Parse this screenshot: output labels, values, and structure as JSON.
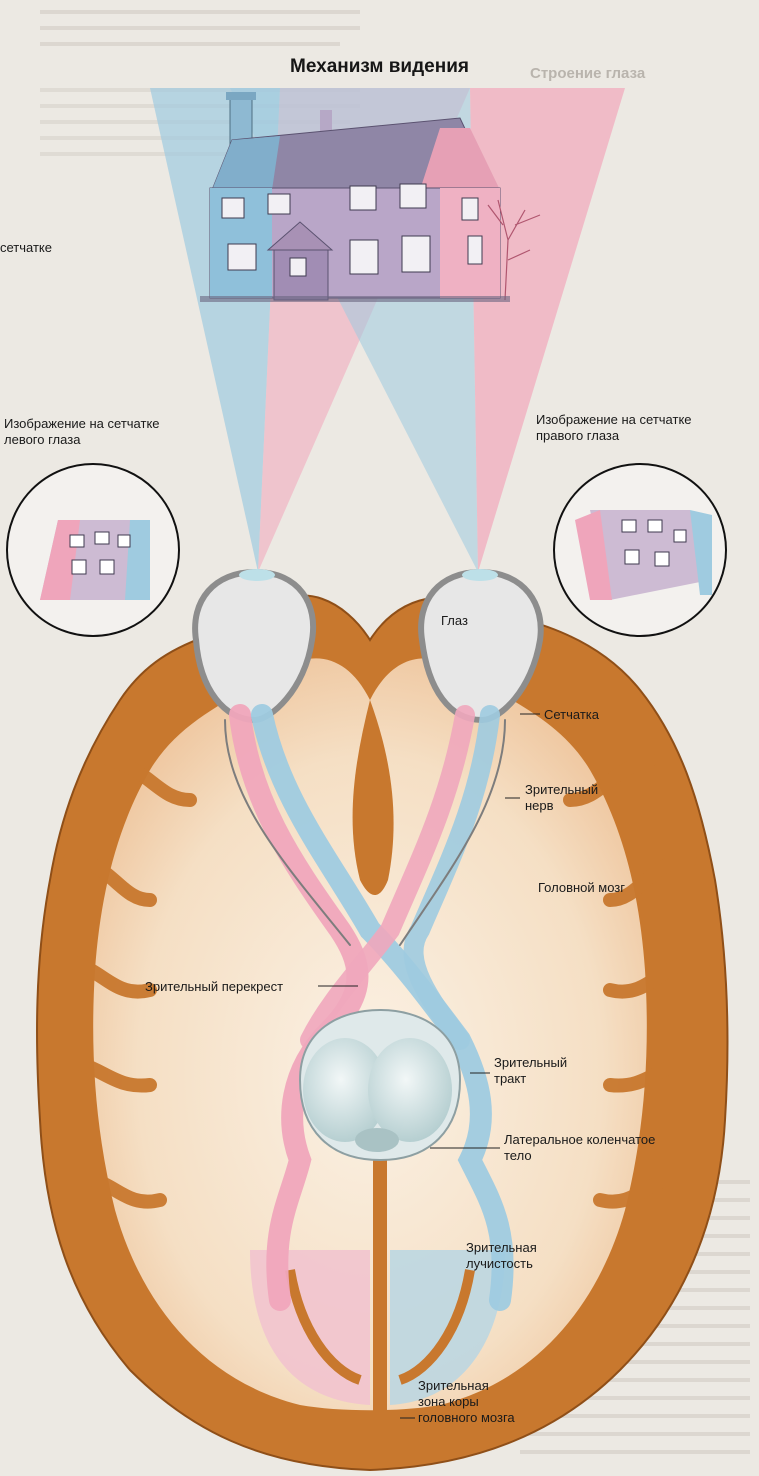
{
  "title": "Механизм видения",
  "labels": {
    "retina_cut": "сетчатке",
    "left_eye_image_1": "Изображение на сетчатке",
    "left_eye_image_2": "левого глаза",
    "right_eye_image_1": "Изображение на сетчатке",
    "right_eye_image_2": "правого глаза",
    "eye": "Глаз",
    "retina": "Сетчатка",
    "optic_nerve_1": "Зрительный",
    "optic_nerve_2": "нерв",
    "brain": "Головной мозг",
    "chiasm": "Зрительный перекрест",
    "optic_tract_1": "Зрительный",
    "optic_tract_2": "тракт",
    "lgn_1": "Латеральное коленчатое",
    "lgn_2": "тело",
    "radiation_1": "Зрительная",
    "radiation_2": "лучистость",
    "cortex_1": "Зрительная",
    "cortex_2": "зона коры",
    "cortex_3": "головного мозга"
  },
  "background_page": {
    "right_heading": "Строение глаза"
  },
  "colors": {
    "left_field": "#9fcbe0",
    "right_field": "#f2a6bb",
    "brain_cortex": "#c9782e",
    "white_matter": "#f7e6d0",
    "page": "#ece9e3"
  }
}
